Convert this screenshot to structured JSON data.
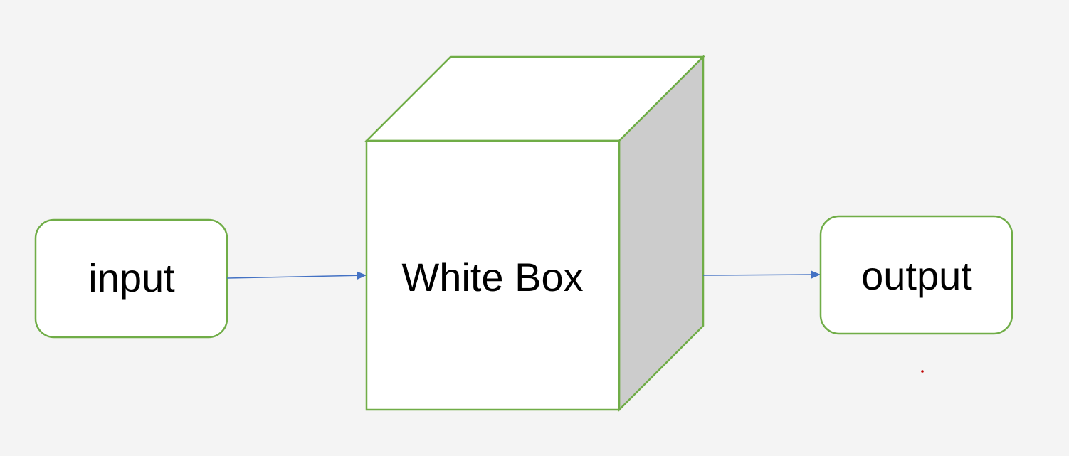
{
  "nodes": {
    "input": {
      "label": "input"
    },
    "white_box": {
      "label": "White Box"
    },
    "output": {
      "label": "output"
    }
  },
  "colors": {
    "background": "#f4f4f4",
    "border": "#70ad47",
    "arrow": "#4472c4",
    "cube_face": "#ffffff",
    "cube_side": "#cccccc",
    "text": "#000000",
    "dot": "#c00000"
  }
}
